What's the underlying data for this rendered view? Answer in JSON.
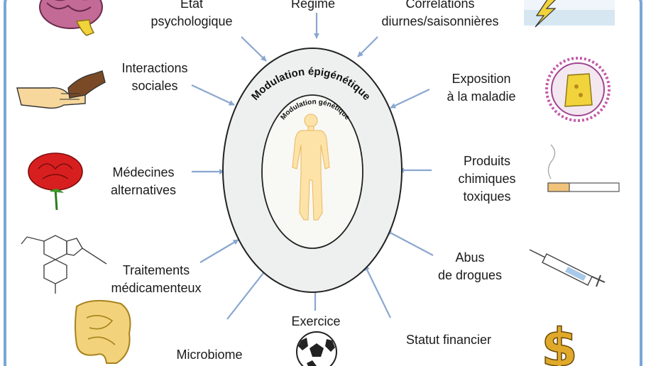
{
  "diagram": {
    "outer_ring_label": "Modulation épigénétique",
    "inner_ring_label": "Modulation génétique"
  },
  "factors": {
    "etat": [
      "État",
      "psychologique"
    ],
    "regime": [
      "Régime"
    ],
    "variations": [
      "Corrélations",
      "diurnes/saisonnières"
    ],
    "interactions": [
      "Interactions",
      "sociales"
    ],
    "exposition": [
      "Exposition",
      "à la maladie"
    ],
    "medecines": [
      "Médecines",
      "alternatives"
    ],
    "produits": [
      "Produits",
      "chimiques",
      "toxiques"
    ],
    "traitements": [
      "Traitements",
      "médicamenteux"
    ],
    "abus": [
      "Abus",
      "de drogues"
    ],
    "exercice": [
      "Exercice"
    ],
    "statut": [
      "Statut financier"
    ],
    "microbiome": [
      "Microbiome"
    ]
  },
  "icons": [
    "brain-icon",
    "lightning-icon",
    "handshake-icon",
    "virus-icon",
    "rose-icon",
    "cigarette-icon",
    "molecule-icon",
    "syringe-icon",
    "intestine-icon",
    "soccer-ball-icon",
    "dollar-icon",
    "human-body-icon"
  ],
  "colors": {
    "border": "#7aa6d8",
    "arrow": "#8aa7cf",
    "outer_ring": "#eef0f0",
    "inner_ring": "#f8f8f4",
    "body": "#fde3a8",
    "text": "#1a1a1a"
  }
}
